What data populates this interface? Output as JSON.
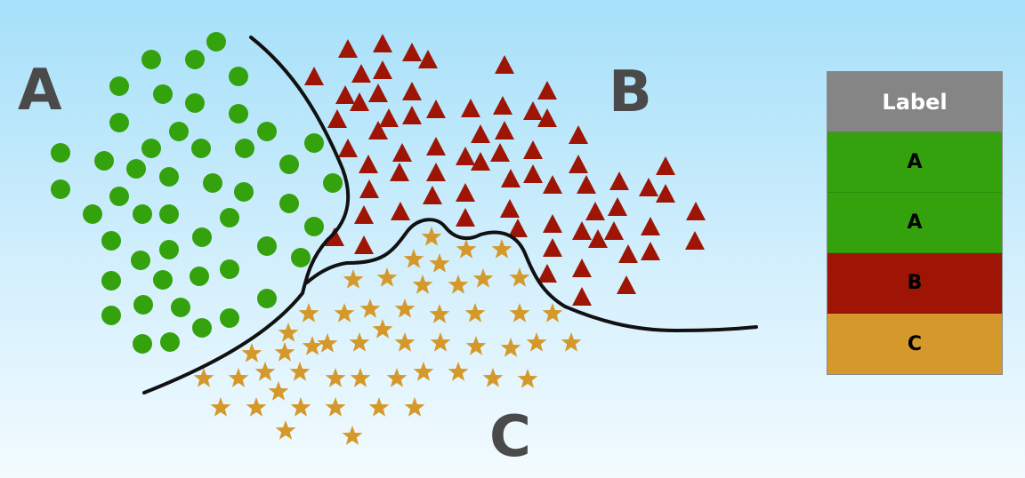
{
  "diagram": {
    "region_labels": {
      "a": "A",
      "b": "B",
      "c": "C"
    },
    "colors": {
      "class_a": "#33a20c",
      "class_b": "#9e1505",
      "class_c": "#d4992a",
      "boundary": "#111111",
      "legend_header": "#858585"
    },
    "markers": {
      "class_a": "circle",
      "class_b": "triangle",
      "class_c": "star"
    }
  },
  "legend": {
    "header": "Label",
    "rows": [
      {
        "label": "A",
        "color": "#33a20c"
      },
      {
        "label": "A",
        "color": "#33a20c"
      },
      {
        "label": "B",
        "color": "#9e1505"
      },
      {
        "label": "C",
        "color": "#d4992a"
      }
    ]
  }
}
